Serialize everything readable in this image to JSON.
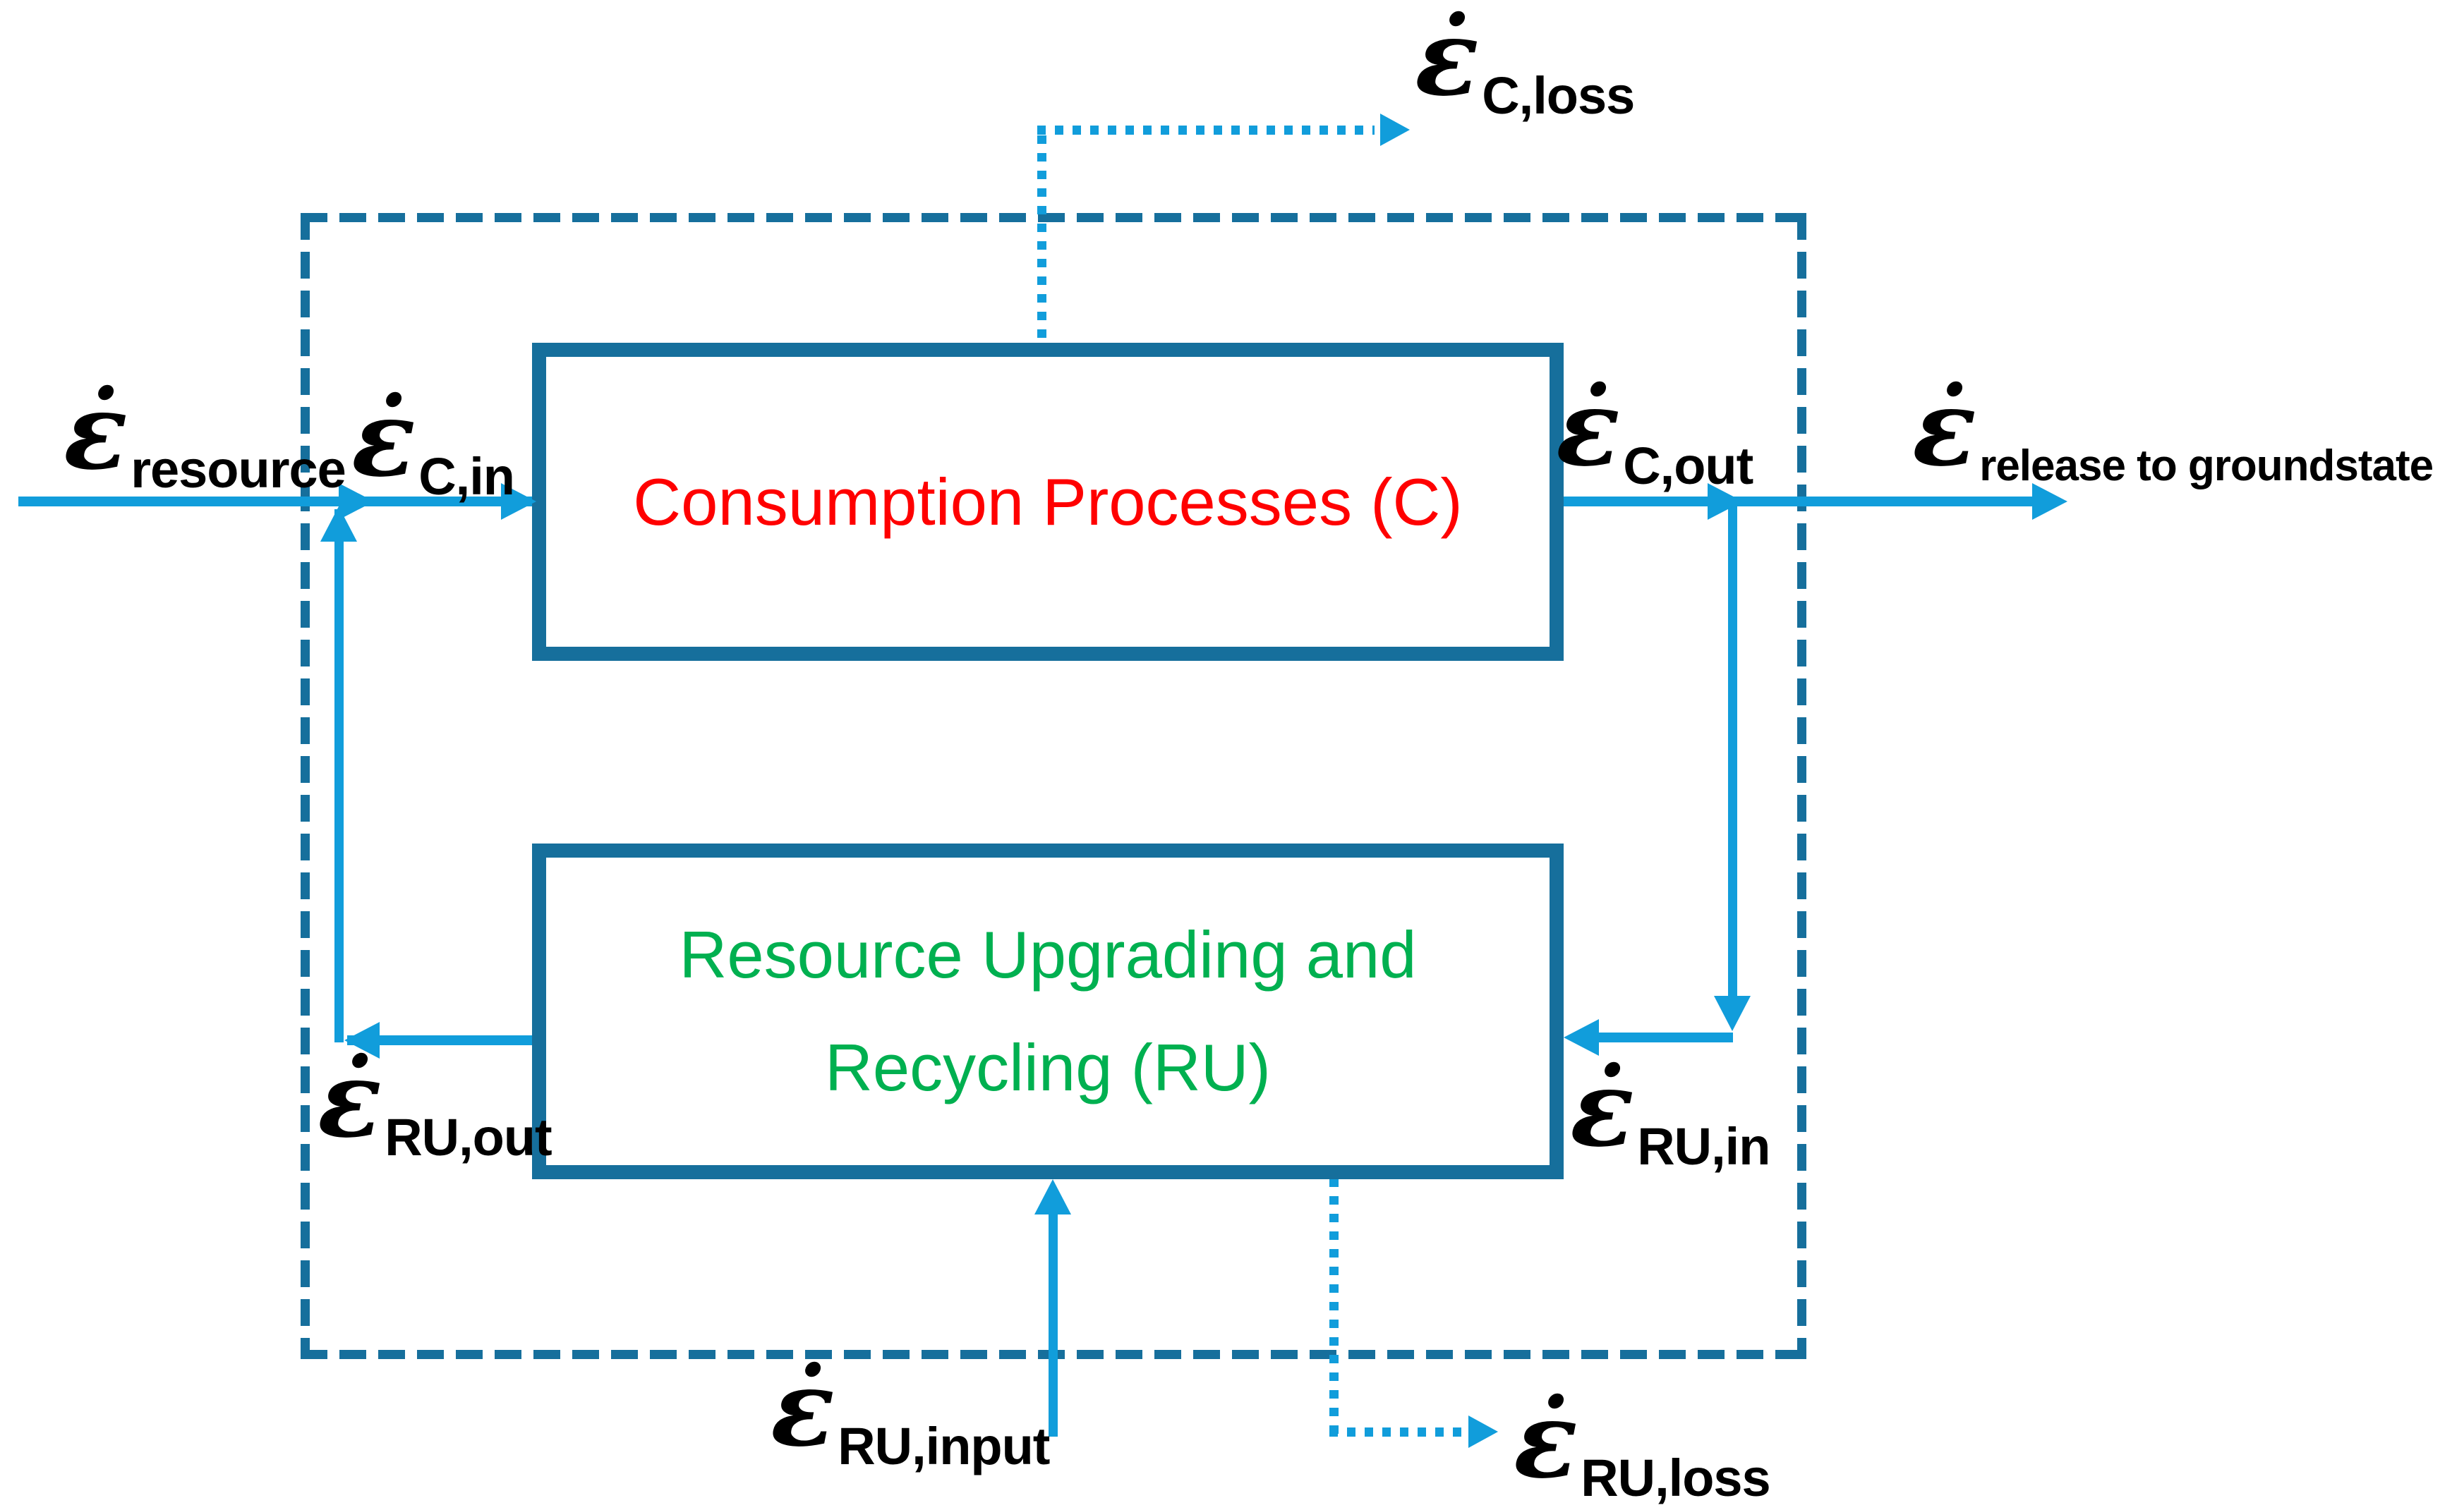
{
  "diagram": {
    "boxes": {
      "consumption": {
        "label": "Consumption Processes (C)",
        "text_color": "#FF0000"
      },
      "ru": {
        "label_line1": "Resource Upgrading and",
        "label_line2": "Recycling (RU)",
        "text_color": "#00B050"
      }
    },
    "flows": {
      "resource": {
        "symbol": "ε̇",
        "subscript": "resource"
      },
      "c_in": {
        "symbol": "ε̇",
        "subscript": "C,in"
      },
      "c_out": {
        "symbol": "ε̇",
        "subscript": "C,out"
      },
      "c_loss": {
        "symbol": "ε̇",
        "subscript": "C,loss"
      },
      "release": {
        "symbol": "ε̇",
        "subscript": "release to groundstate"
      },
      "ru_out": {
        "symbol": "ε̇",
        "subscript": "RU,out"
      },
      "ru_in": {
        "symbol": "ε̇",
        "subscript": "RU,in"
      },
      "ru_input": {
        "symbol": "ε̇",
        "subscript": "RU,input"
      },
      "ru_loss": {
        "symbol": "ε̇",
        "subscript": "RU,loss"
      }
    },
    "colors": {
      "arrow_blue": "#119DDB",
      "boundary_teal": "#166F9C",
      "consumption_red": "#FF0000",
      "ru_green": "#00B050",
      "label_black": "#000000",
      "background": "#FFFFFF"
    },
    "line_styles": {
      "system_boundary": "dashed",
      "loss_flows": "dotted",
      "main_flows": "solid"
    }
  }
}
